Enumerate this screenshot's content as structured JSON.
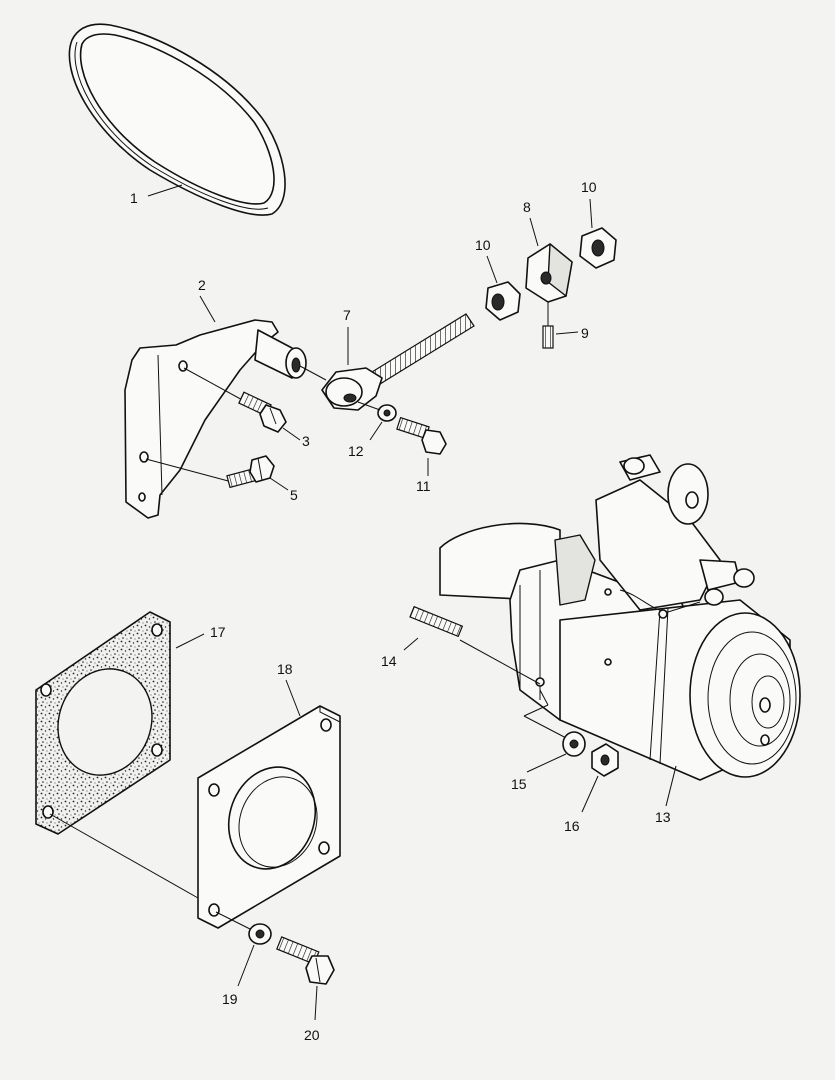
{
  "callouts": {
    "c1": "1",
    "c2": "2",
    "c3": "3",
    "c5": "5",
    "c7": "7",
    "c8": "8",
    "c9": "9",
    "c10a": "10",
    "c10b": "10",
    "c11": "11",
    "c12": "12",
    "c13": "13",
    "c14": "14",
    "c15": "15",
    "c16": "16",
    "c17": "17",
    "c18": "18",
    "c19": "19",
    "c20": "20"
  }
}
